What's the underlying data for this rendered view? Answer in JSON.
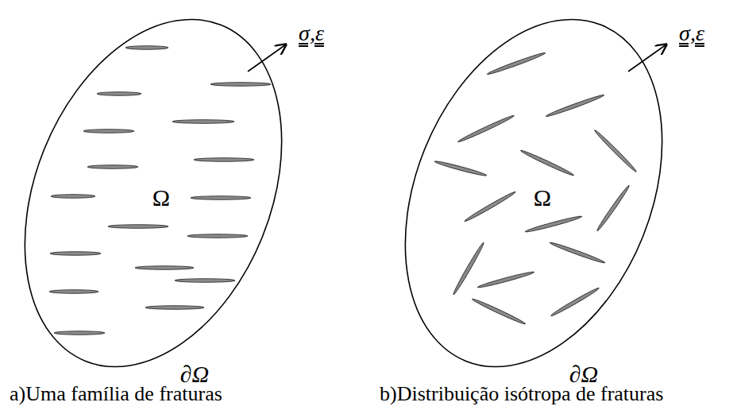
{
  "diagram": {
    "nodes": [
      {
        "text": [
          "Ω",
          "∂Ω"
        ]
      },
      {
        "text": [
          "Ω",
          "∂Ω"
        ]
      }
    ],
    "labels": [
      "σ,ε",
      "σ,ε",
      "a)Uma família de fraturas",
      "b)Distribuição isótropa de fraturas"
    ]
  }
}
